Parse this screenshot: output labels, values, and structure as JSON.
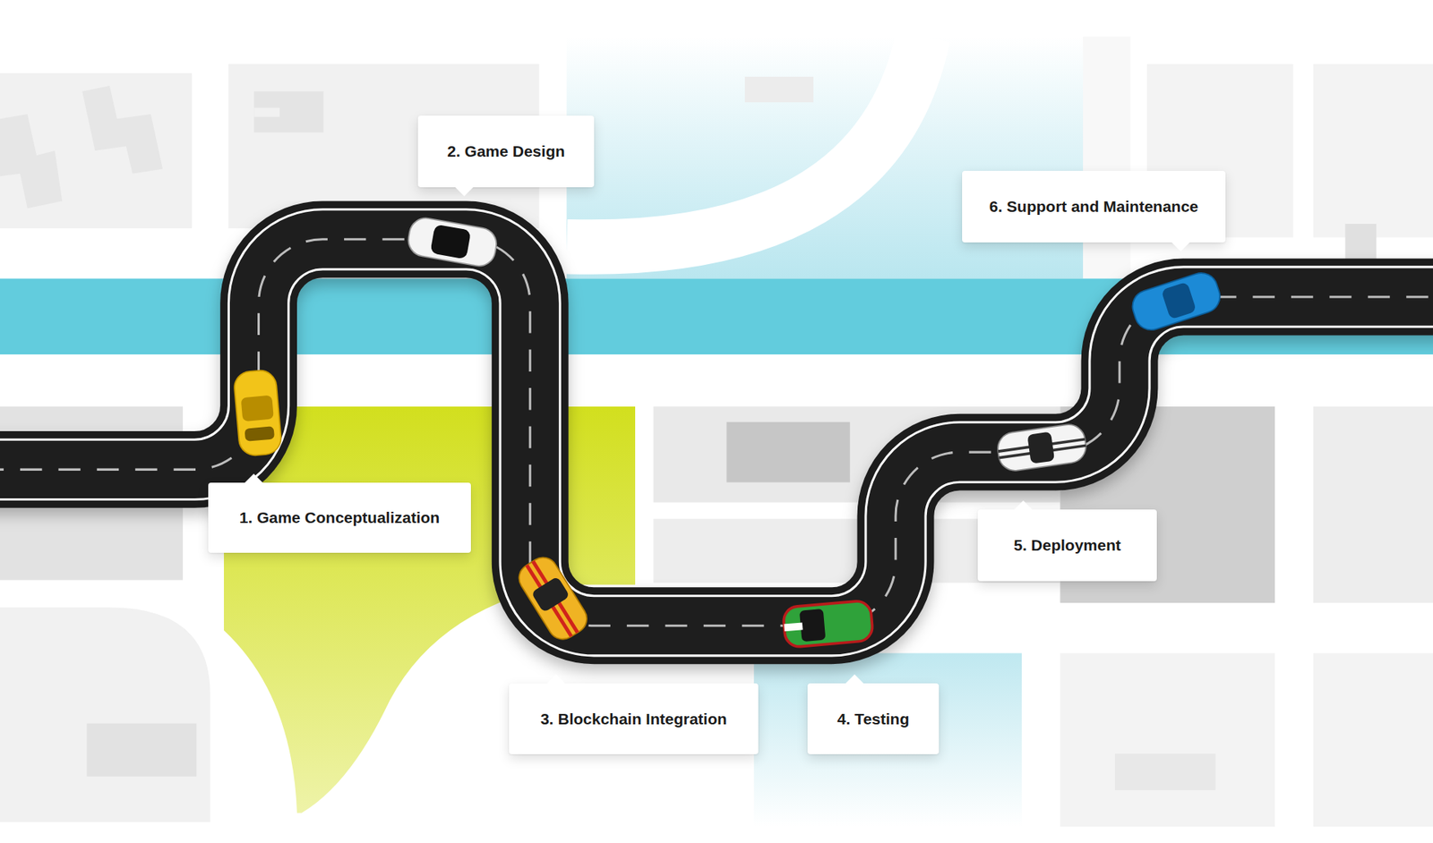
{
  "diagram": {
    "nodes": [
      {
        "text": [
          "1. Game Conceptualization"
        ]
      },
      {
        "text": [
          "2. Game Design"
        ]
      },
      {
        "text": [
          "3. Blockchain Integration"
        ]
      },
      {
        "text": [
          "4. Testing"
        ]
      },
      {
        "text": [
          "5. Deployment"
        ]
      },
      {
        "text": [
          "6. Support and Maintenance"
        ]
      }
    ]
  }
}
